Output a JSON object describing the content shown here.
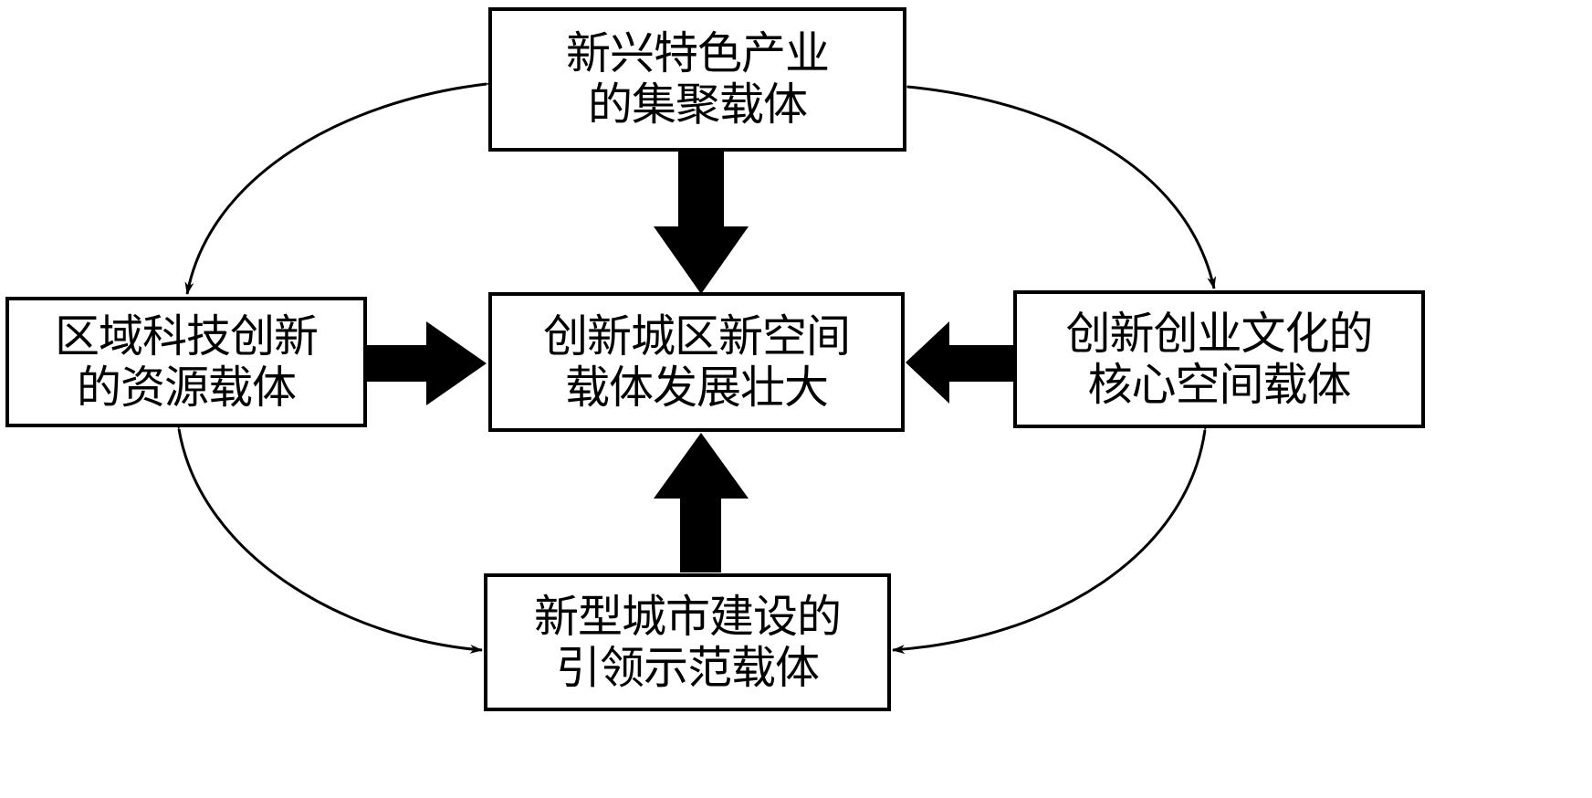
{
  "diagram": {
    "nodes": {
      "top": {
        "lines": [
          "新兴特色产业",
          "的集聚载体"
        ]
      },
      "left": {
        "lines": [
          "区域科技创新",
          "的资源载体"
        ]
      },
      "center": {
        "lines": [
          "创新城区新空间",
          "载体发展壮大"
        ]
      },
      "right": {
        "lines": [
          "创新创业文化的",
          "核心空间载体"
        ]
      },
      "bottom": {
        "lines": [
          "新型城市建设的",
          "引领示范载体"
        ]
      }
    },
    "edges": [
      {
        "from": "top",
        "to": "center",
        "style": "thick-block-arrow"
      },
      {
        "from": "left",
        "to": "center",
        "style": "thick-block-arrow"
      },
      {
        "from": "right",
        "to": "center",
        "style": "thick-block-arrow"
      },
      {
        "from": "bottom",
        "to": "center",
        "style": "thick-block-arrow"
      },
      {
        "from": "top",
        "to": "left",
        "style": "curved-double-arrow"
      },
      {
        "from": "top",
        "to": "right",
        "style": "curved-double-arrow"
      },
      {
        "from": "left",
        "to": "bottom",
        "style": "curved-double-arrow"
      },
      {
        "from": "right",
        "to": "bottom",
        "style": "curved-double-arrow"
      }
    ],
    "colors": {
      "stroke": "#000000",
      "background": "#ffffff"
    }
  }
}
